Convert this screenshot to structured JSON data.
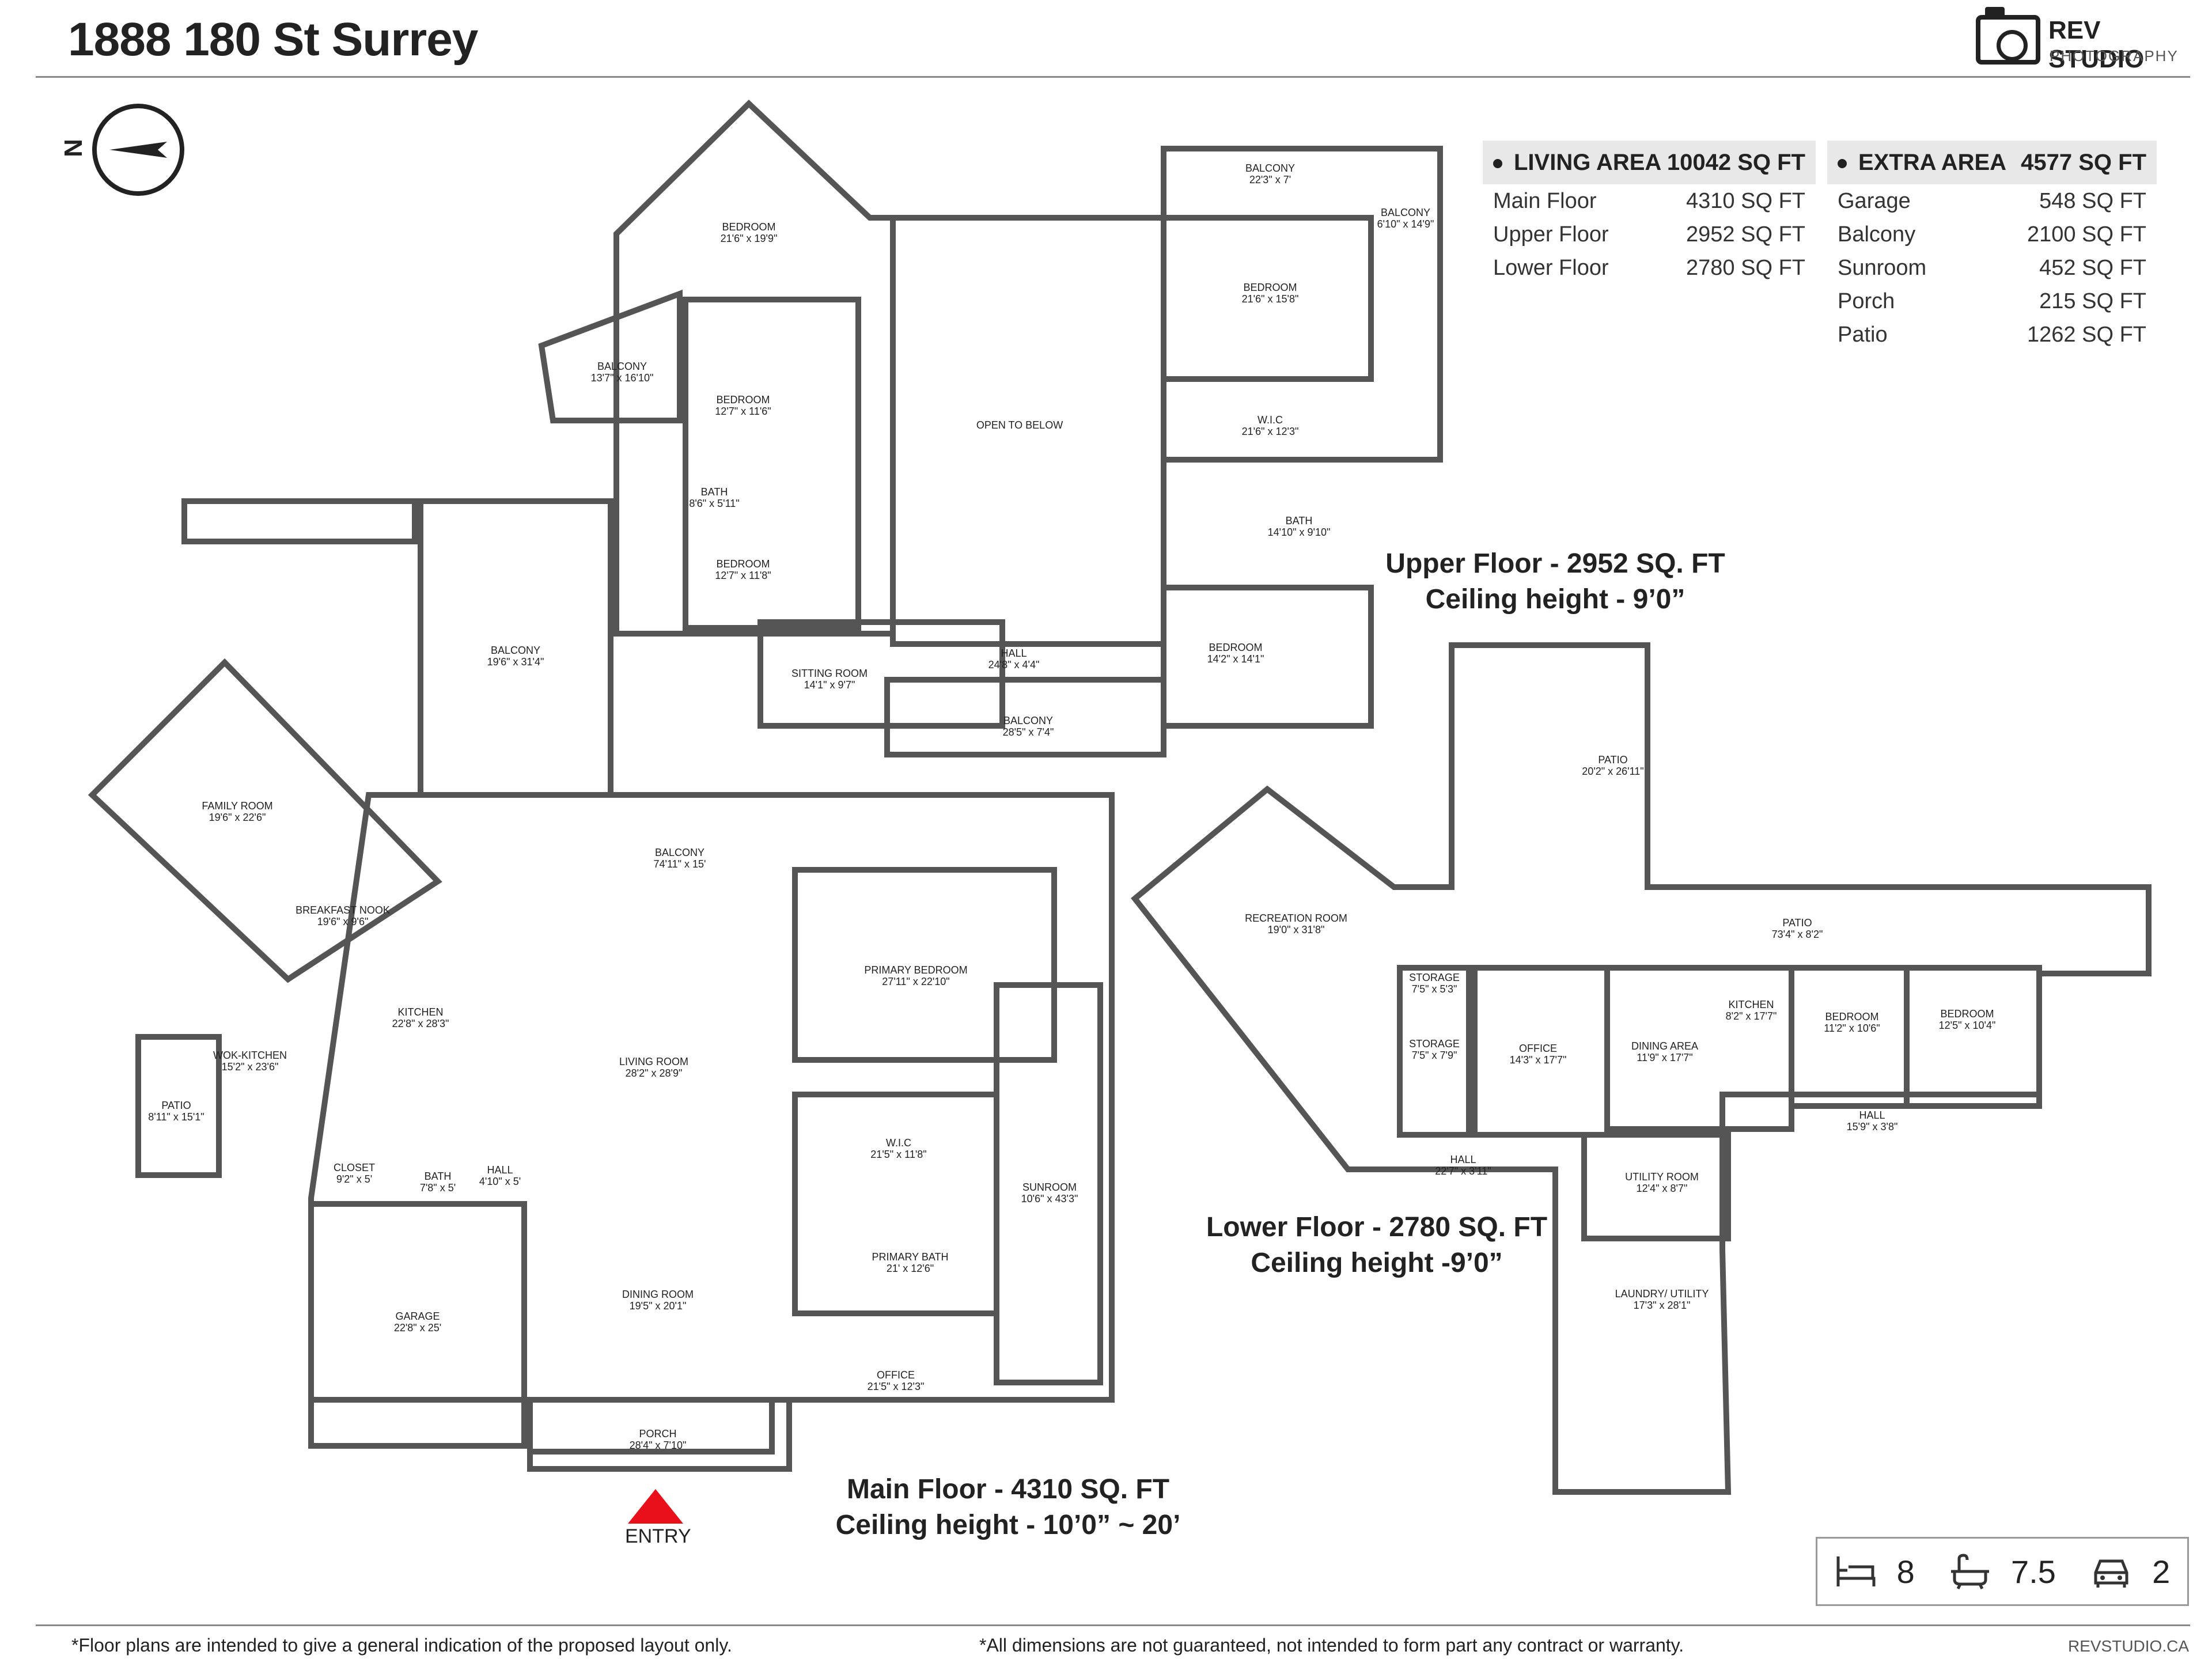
{
  "header": {
    "title": "1888 180 St Surrey"
  },
  "logo": {
    "brand": "REV STUDIO",
    "sub": "PHOTOGRAPHY"
  },
  "compass": {
    "label": "N"
  },
  "living_area": {
    "title": "LIVING AREA",
    "total": "10042 SQ FT",
    "rows": [
      {
        "label": "Main Floor",
        "value": "4310 SQ FT"
      },
      {
        "label": "Upper Floor",
        "value": "2952 SQ FT"
      },
      {
        "label": "Lower Floor",
        "value": "2780 SQ FT"
      }
    ]
  },
  "extra_area": {
    "title": "EXTRA AREA",
    "total": "4577 SQ FT",
    "rows": [
      {
        "label": "Garage",
        "value": "548 SQ FT"
      },
      {
        "label": "Balcony",
        "value": "2100 SQ FT"
      },
      {
        "label": "Sunroom",
        "value": "452 SQ FT"
      },
      {
        "label": "Porch",
        "value": "215 SQ FT"
      },
      {
        "label": "Patio",
        "value": "1262 SQ FT"
      }
    ]
  },
  "floors": {
    "upper": {
      "line1": "Upper Floor - 2952 SQ. FT",
      "line2": "Ceiling height - 9’0”"
    },
    "main": {
      "line1": "Main Floor - 4310 SQ. FT",
      "line2": "Ceiling height - 10’0” ~ 20’"
    },
    "lower": {
      "line1": "Lower Floor - 2780 SQ. FT",
      "line2": "Ceiling height -9’0”"
    }
  },
  "rooms": {
    "upper": [
      {
        "name": "BEDROOM",
        "dims": "21'6\" x 19'9\""
      },
      {
        "name": "BALCONY",
        "dims": "22'3\" x 7'"
      },
      {
        "name": "BALCONY",
        "dims": "6'10\" x 14'9\""
      },
      {
        "name": "BEDROOM",
        "dims": "21'6\" x 15'8\""
      },
      {
        "name": "BALCONY",
        "dims": "13'7\" x 16'10\""
      },
      {
        "name": "BEDROOM",
        "dims": "12'7\" x 11'6\""
      },
      {
        "name": "OPEN TO BELOW",
        "dims": ""
      },
      {
        "name": "W.I.C",
        "dims": "21'6\" x 12'3\""
      },
      {
        "name": "BATH",
        "dims": "8'6\" x 5'11\""
      },
      {
        "name": "BATH",
        "dims": "14'10\" x 9'10\""
      },
      {
        "name": "BEDROOM",
        "dims": "12'7\" x 11'8\""
      },
      {
        "name": "SITTING ROOM",
        "dims": "14'1\" x 9'7\""
      },
      {
        "name": "HALL",
        "dims": "24'8\" x 4'4\""
      },
      {
        "name": "BEDROOM",
        "dims": "14'2\" x 14'1\""
      },
      {
        "name": "BALCONY",
        "dims": "28'5\" x 7'4\""
      }
    ],
    "main": [
      {
        "name": "BALCONY",
        "dims": "19'6\" x 31'4\""
      },
      {
        "name": "FAMILY ROOM",
        "dims": "19'6\" x 22'6\""
      },
      {
        "name": "BALCONY",
        "dims": "74'11\" x 15'"
      },
      {
        "name": "BREAKFAST NOOK",
        "dims": "19'6\" x 9'6\""
      },
      {
        "name": "PRIMARY BEDROOM",
        "dims": "27'11\" x 22'10\""
      },
      {
        "name": "KITCHEN",
        "dims": "22'8\" x 28'3\""
      },
      {
        "name": "LIVING ROOM",
        "dims": "28'2\" x 28'9\""
      },
      {
        "name": "WOK-KITCHEN",
        "dims": "15'2\" x 23'6\""
      },
      {
        "name": "PATIO",
        "dims": "8'11\" x 15'1\""
      },
      {
        "name": "W.I.C",
        "dims": "21'5\" x 11'8\""
      },
      {
        "name": "CLOSET",
        "dims": "9'2\" x 5'"
      },
      {
        "name": "BATH",
        "dims": "7'8\" x 5'"
      },
      {
        "name": "HALL",
        "dims": "4'10\" x 5'"
      },
      {
        "name": "SUNROOM",
        "dims": "10'6\" x 43'3\""
      },
      {
        "name": "PRIMARY BATH",
        "dims": "21' x 12'6\""
      },
      {
        "name": "GARAGE",
        "dims": "22'8\" x 25'"
      },
      {
        "name": "DINING ROOM",
        "dims": "19'5\" x 20'1\""
      },
      {
        "name": "OFFICE",
        "dims": "21'5\" x 12'3\""
      },
      {
        "name": "PORCH",
        "dims": "28'4\" x 7'10\""
      }
    ],
    "lower": [
      {
        "name": "PATIO",
        "dims": "20'2\" x 26'11\""
      },
      {
        "name": "RECREATION ROOM",
        "dims": "19'0\" x 31'8\""
      },
      {
        "name": "PATIO",
        "dims": "73'4\" x 8'2\""
      },
      {
        "name": "STORAGE",
        "dims": "7'5\" x 5'3\""
      },
      {
        "name": "STORAGE",
        "dims": "7'5\" x 7'9\""
      },
      {
        "name": "OFFICE",
        "dims": "14'3\" x 17'7\""
      },
      {
        "name": "KITCHEN",
        "dims": "8'2\" x 17'7\""
      },
      {
        "name": "DINING AREA",
        "dims": "11'9\" x 17'7\""
      },
      {
        "name": "BEDROOM",
        "dims": "11'2\" x 10'6\""
      },
      {
        "name": "BEDROOM",
        "dims": "12'5\" x 10'4\""
      },
      {
        "name": "HALL",
        "dims": "15'9\" x 3'8\""
      },
      {
        "name": "HALL",
        "dims": "22'7\" x 3'11\""
      },
      {
        "name": "UTILITY ROOM",
        "dims": "12'4\" x 8'7\""
      },
      {
        "name": "LAUNDRY/ UTILITY",
        "dims": "17'3\" x 28'1\""
      }
    ]
  },
  "entry": "ENTRY",
  "stats": {
    "bedrooms": "8",
    "bathrooms": "7.5",
    "garage": "2"
  },
  "footer": {
    "note_left": "*Floor plans are intended to give a general indication of the proposed layout only.",
    "note_right": "*All dimensions are not guaranteed, not intended to form part any contract or warranty.",
    "site": "REVSTUDIO.CA"
  },
  "colors": {
    "wall": "#555555",
    "accent_arrow": "#e8101a",
    "table_header": "#e8e8e8"
  }
}
